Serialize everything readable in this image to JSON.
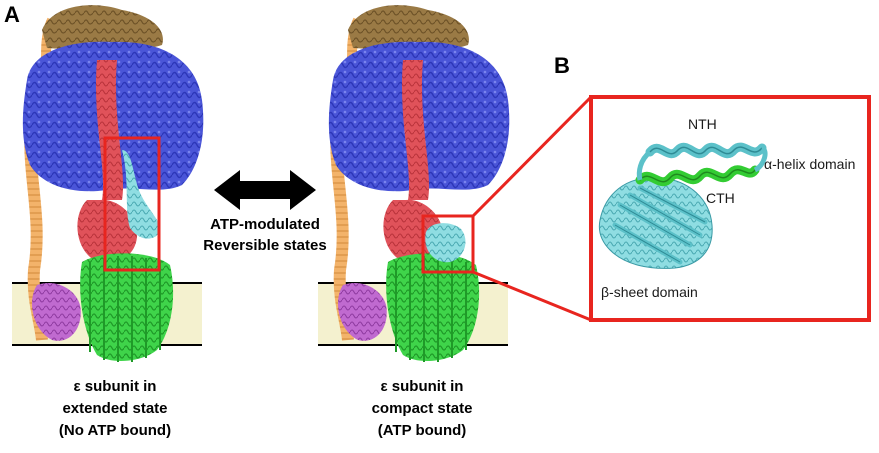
{
  "panels": {
    "a_label": "A",
    "b_label": "B"
  },
  "left_caption": [
    "ε subunit in",
    "extended state",
    "(No ATP bound)"
  ],
  "right_caption": [
    "ε subunit in",
    "compact state",
    "(ATP bound)"
  ],
  "middle_text": [
    "ATP-modulated",
    "Reversible states"
  ],
  "inset": {
    "nth": "NTH",
    "cth": "CTH",
    "alpha": "α-helix domain",
    "beta": "β-sheet domain"
  },
  "colors": {
    "highlight_box": "#e8251f",
    "membrane": "#f4f1cf",
    "f1_blue": "#4a55d8",
    "stalk_brown": "#9a7a45",
    "peripheral_orange": "#f3b36a",
    "gamma_red": "#e0525a",
    "epsilon_cyan": "#7fd6dc",
    "fo_green": "#3fd44a",
    "a_subunit_purple": "#c06ad0",
    "cth_green": "#33cc33"
  }
}
